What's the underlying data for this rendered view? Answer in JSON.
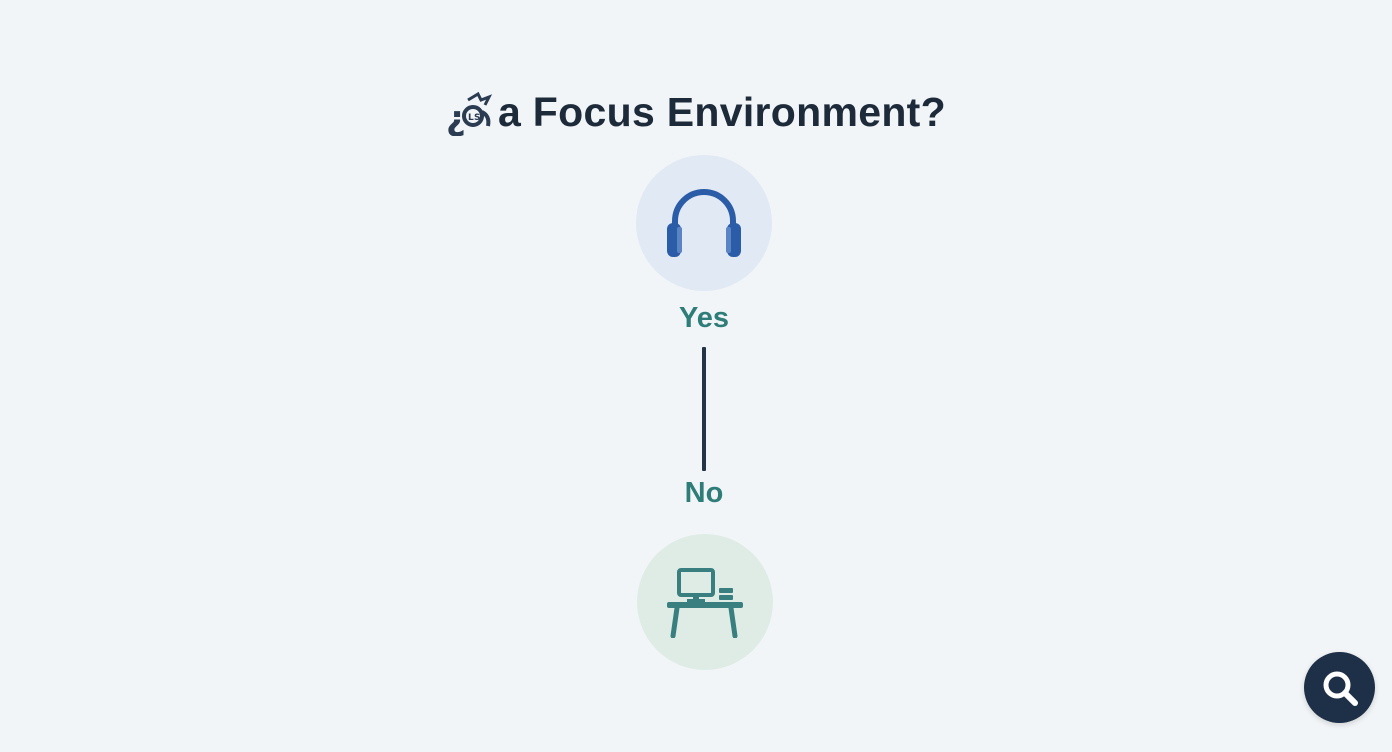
{
  "title": {
    "prefix_glyph": "¿",
    "text": "a Focus Environment?"
  },
  "nodes": [
    {
      "icon": "headphones-icon",
      "color": "#2a5ca8",
      "background": "#e1e9f4"
    },
    {
      "icon": "desk-computer-icon",
      "color": "#3a7f80",
      "background": "#dfece6"
    }
  ],
  "branches": {
    "yes_label": "Yes",
    "no_label": "No"
  },
  "colors": {
    "background": "#f2f5f7",
    "title": "#1d2a3a",
    "label": "#2e7d78",
    "connector": "#243447",
    "fab": "#1e3048"
  },
  "search_button": {
    "icon": "search-icon"
  }
}
